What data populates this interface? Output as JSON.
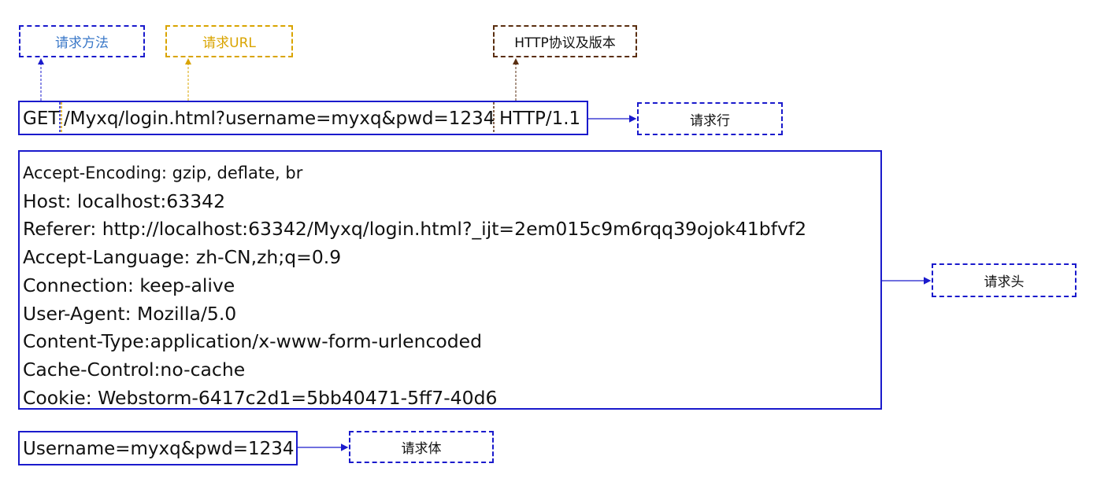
{
  "labels": {
    "method": "请求方法",
    "url": "请求URL",
    "protocol": "HTTP协议及版本",
    "request_line": "请求行",
    "request_headers": "请求头",
    "request_body": "请求体"
  },
  "request_line": {
    "method": "GET",
    "url": "/Myxq/login.html?username=myxq&pwd=1234",
    "version": "HTTP/1.1"
  },
  "headers": [
    "Accept-Encoding: gzip, deflate, br",
    "Host: localhost:63342",
    "Referer: http://localhost:63342/Myxq/login.html?_ijt=2em015c9m6rqq39ojok41bfvf2",
    "Accept-Language: zh-CN,zh;q=0.9",
    "Connection: keep-alive",
    "User-Agent: Mozilla/5.0",
    "Content-Type:application/x-www-form-urlencoded",
    "Cache-Control:no-cache",
    "Cookie: Webstorm-6417c2d1=5bb40471-5ff7-40d6"
  ],
  "body": "Username=myxq&pwd=1234",
  "colors": {
    "blue": "#1a1acc",
    "method_label": "#3a78c8",
    "url_label": "#d9a400",
    "protocol_label": "#5a2e10",
    "text": "#111111"
  }
}
